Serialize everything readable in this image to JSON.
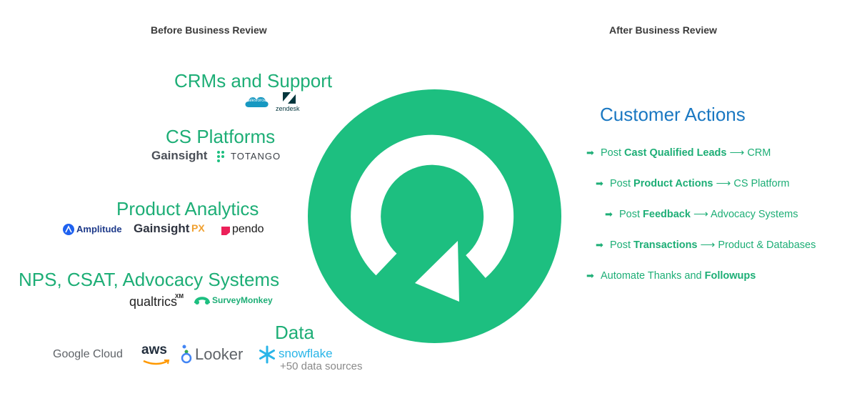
{
  "headers": {
    "before": "Before Business Review",
    "after": "After Business Review"
  },
  "categories": [
    {
      "title": "CRMs and Support",
      "logos": [
        "salesforce",
        "zendesk"
      ]
    },
    {
      "title": "CS Platforms",
      "logos": [
        "Gainsight",
        "TOTANGO"
      ]
    },
    {
      "title": "Product Analytics",
      "logos": [
        "Amplitude",
        "Gainsight",
        "PX",
        "pendo"
      ]
    },
    {
      "title": "NPS, CSAT, Advocacy Systems",
      "logos": [
        "qualtrics",
        "XM",
        "SurveyMonkey"
      ]
    },
    {
      "title": "Data",
      "logos": [
        "Google Cloud",
        "aws",
        "Looker",
        "snowflake"
      ]
    }
  ],
  "data_more": "+50 data sources",
  "customer_actions": {
    "title": "Customer Actions",
    "bullet": "➡",
    "items": [
      {
        "pre": "Post ",
        "bold": "Cast Qualified Leads",
        "post": " ⟶ CRM"
      },
      {
        "pre": "Post ",
        "bold": "Product Actions",
        "post": " ⟶ CS Platform"
      },
      {
        "pre": "Post ",
        "bold": "Feedback",
        "post": " ⟶ Advocacy Systems"
      },
      {
        "pre": "Post ",
        "bold": "Transactions",
        "post": " ⟶ Product & Databases"
      },
      {
        "pre": "Automate Thanks and ",
        "bold": "Followups",
        "post": ""
      }
    ]
  },
  "colors": {
    "green": "#1dbf80",
    "category_green": "#1dae76",
    "actions_blue": "#1a78c2"
  }
}
